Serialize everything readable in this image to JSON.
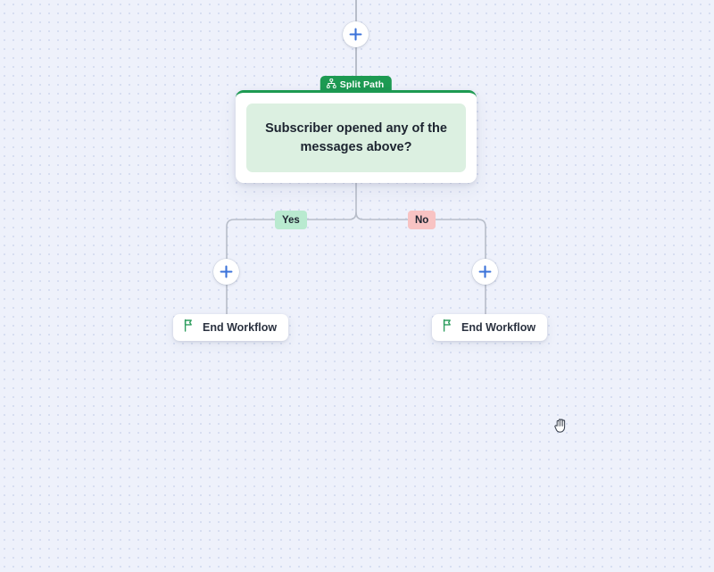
{
  "canvas": {
    "background_color": "#eef1fb",
    "dot_color": "#d5dcf0",
    "cursor": "grab-hand-cursor"
  },
  "colors": {
    "brand_green": "#1d9a52",
    "node_body_green": "#dcf0e1",
    "badge_yes_bg": "#b9ead0",
    "badge_no_bg": "#f8c3c3",
    "plus_blue": "#3b72d9",
    "connector_gray": "#b7bdc9",
    "card_white": "#ffffff",
    "text_dark": "#1d2430"
  },
  "nodes": {
    "split_path": {
      "tab_label": "Split Path",
      "tab_icon": "sitemap-icon",
      "question": "Subscriber opened any of the messages above?"
    },
    "branches": [
      {
        "label": "Yes",
        "type": "yes"
      },
      {
        "label": "No",
        "type": "no"
      }
    ],
    "end_workflow_left": {
      "label": "End Workflow",
      "icon": "flag-icon"
    },
    "end_workflow_right": {
      "label": "End Workflow",
      "icon": "flag-icon"
    }
  },
  "add_buttons": {
    "top": {
      "icon": "plus-icon",
      "label": "+"
    },
    "yes_branch": {
      "icon": "plus-icon",
      "label": "+"
    },
    "no_branch": {
      "icon": "plus-icon",
      "label": "+"
    }
  }
}
